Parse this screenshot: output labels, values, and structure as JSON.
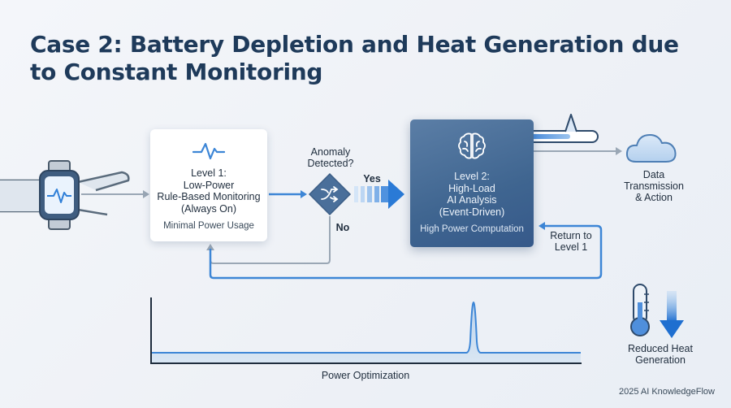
{
  "title": "Case 2: Battery Depletion and Heat Generation due to Constant Monitoring",
  "level1": {
    "title_lines": [
      "Level 1:",
      "Low-Power",
      "Rule-Based Monitoring",
      "(Always On)"
    ],
    "subtitle": "Minimal Power Usage",
    "icon": "pulse-icon"
  },
  "decision": {
    "question_lines": [
      "Anomaly",
      "Detected?"
    ],
    "yes_label": "Yes",
    "no_label": "No",
    "icon": "shuffle-icon"
  },
  "level2": {
    "title_lines": [
      "Level 2:",
      "High-Load",
      "AI Analysis",
      "(Event-Driven)"
    ],
    "subtitle": "High Power Computation",
    "icon": "brain-icon"
  },
  "data_transmission": {
    "label_lines": [
      "Data",
      "Transmission",
      "& Action"
    ],
    "icon": "cloud-icon"
  },
  "return_label_lines": [
    "Return to",
    "Level 1"
  ],
  "heat": {
    "label_lines": [
      "Reduced Heat",
      "Generation"
    ],
    "icon": "thermometer-icon"
  },
  "power_chart": {
    "label": "Power Optimization"
  },
  "device_icon": "smartwatch-icon",
  "footer": "2025 AI KnowledgeFlow",
  "colors": {
    "title": "#1e3a5a",
    "accent_blue": "#2f7fd8",
    "line_blue": "#3d86d6",
    "level2_fill": "#4a6f9a",
    "text_dark": "#1f2d3d"
  }
}
